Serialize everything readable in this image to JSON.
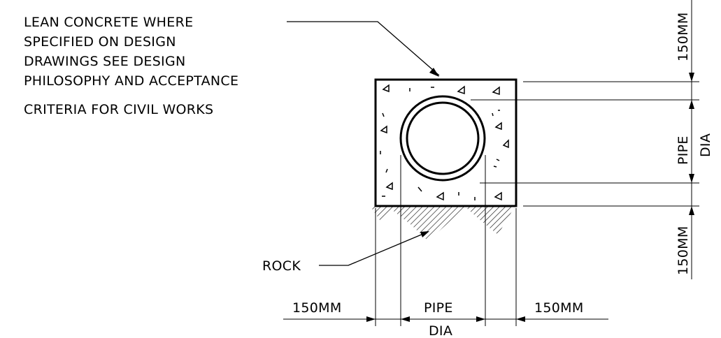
{
  "note": {
    "lines": [
      "LEAN CONCRETE WHERE",
      "SPECIFIED ON DESIGN",
      "DRAWINGS SEE DESIGN",
      "PHILOSOPHY AND ACCEPTANCE",
      "CRITERIA FOR CIVIL WORKS"
    ]
  },
  "rock_label": "ROCK",
  "dimensions": {
    "right_top": "150MM",
    "right_mid_1": "PIPE",
    "right_mid_2": "DIA",
    "right_bottom": "150MM",
    "bottom_left": "150MM",
    "bottom_mid_1": "PIPE",
    "bottom_mid_2": "DIA",
    "bottom_right": "150MM"
  }
}
